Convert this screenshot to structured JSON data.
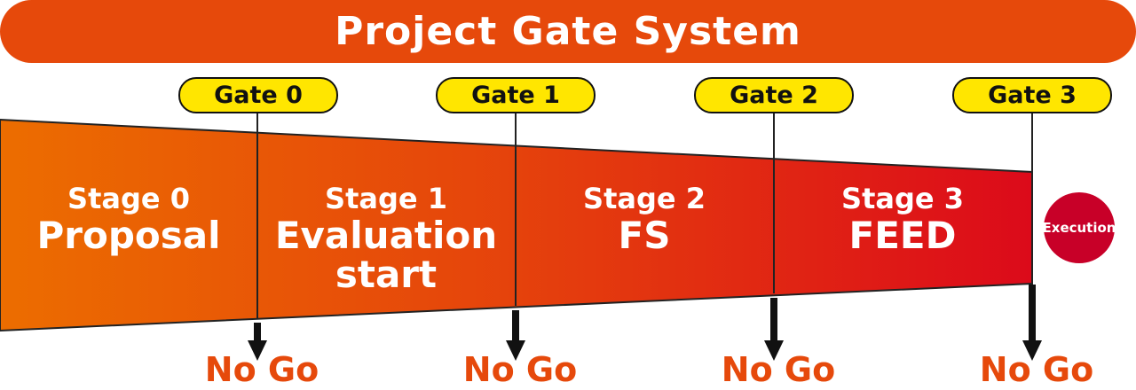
{
  "title": "Project Gate System",
  "gates": [
    {
      "label": "Gate 0"
    },
    {
      "label": "Gate 1"
    },
    {
      "label": "Gate 2"
    },
    {
      "label": "Gate 3"
    }
  ],
  "stages": [
    {
      "number": "Stage 0",
      "name": "Proposal"
    },
    {
      "number": "Stage 1",
      "name": "Evaluation start"
    },
    {
      "number": "Stage 2",
      "name": "FS"
    },
    {
      "number": "Stage 3",
      "name": "FEED"
    }
  ],
  "no_go_label": "No Go",
  "no_go": [
    "No Go",
    "No Go",
    "No Go",
    "No Go"
  ],
  "execution": "Execution",
  "colors": {
    "title_bar": "#e6490b",
    "gate_fill": "#ffe600",
    "funnel_start": "#ec6d00",
    "funnel_end": "#dc0a1a",
    "execution": "#c80028",
    "no_go_text": "#e6490b"
  }
}
